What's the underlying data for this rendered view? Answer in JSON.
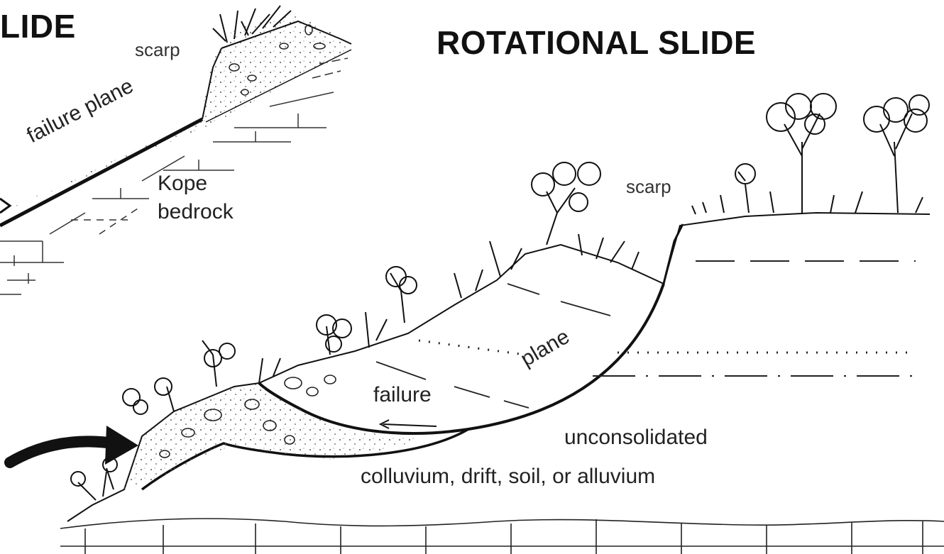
{
  "titles": {
    "translational": "LIDE",
    "rotational": "ROTATIONAL SLIDE"
  },
  "left_panel": {
    "scarp": "scarp",
    "failure_plane": "failure plane",
    "bedrock_line1": "Kope",
    "bedrock_line2": "bedrock"
  },
  "right_panel": {
    "scarp": "scarp",
    "plane": "plane",
    "failure": "failure",
    "unconsolidated": "unconsolidated",
    "materials": "colluvium, drift, soil, or alluvium"
  },
  "colors": {
    "ink": "#111111",
    "paper": "#ffffff"
  }
}
